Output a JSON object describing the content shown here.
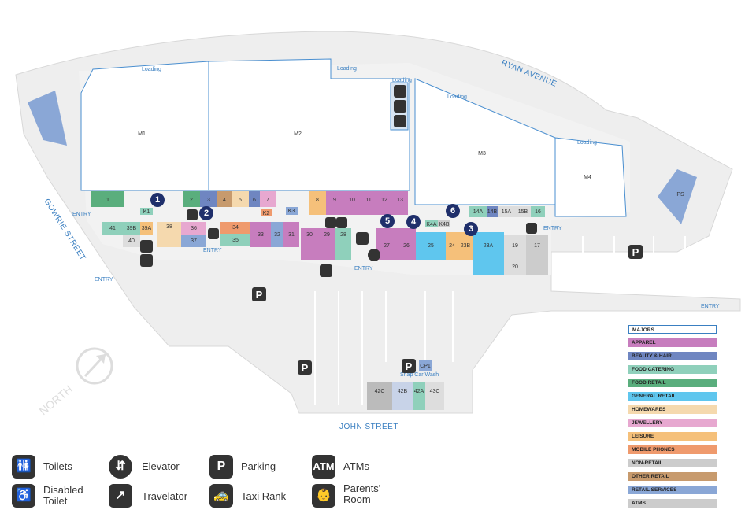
{
  "majors": [
    "M1",
    "M2",
    "M3",
    "M4",
    "PS"
  ],
  "loading_label": "Loading",
  "entry_label": "ENTRY",
  "streets": {
    "ryan": "RYAN AVENUE",
    "gowrie": "GOWRIE STREET",
    "john": "JOHN STREET"
  },
  "north_label": "NORTH",
  "snap_label": "Snap Car Wash",
  "units_top_row": [
    "1",
    "2",
    "3",
    "4",
    "5",
    "6",
    "7",
    "8",
    "9",
    "10",
    "11",
    "12",
    "13"
  ],
  "units_kiosks": [
    "K1",
    "K2",
    "K3",
    "K4A",
    "K4B"
  ],
  "units_lower": [
    "41",
    "39B",
    "39A",
    "40",
    "38",
    "36",
    "37",
    "34",
    "35",
    "33",
    "32",
    "31",
    "30",
    "29",
    "28",
    "27",
    "26",
    "25",
    "24",
    "23B",
    "23A",
    "19",
    "17",
    "20",
    "14A",
    "14B",
    "15A",
    "15B",
    "16"
  ],
  "units_car_park": [
    "CP1",
    "42C",
    "42B",
    "42A",
    "43C"
  ],
  "markers": [
    "1",
    "2",
    "3",
    "4",
    "5",
    "6"
  ],
  "legend": [
    {
      "label": "MAJORS",
      "color": "#ffffff"
    },
    {
      "label": "APPAREL",
      "color": "#c77dbe"
    },
    {
      "label": "BEAUTY & HAIR",
      "color": "#6f86c1"
    },
    {
      "label": "FOOD CATERING",
      "color": "#8fd0bb"
    },
    {
      "label": "FOOD RETAIL",
      "color": "#5aae7d"
    },
    {
      "label": "GENERAL RETAIL",
      "color": "#5fc6ee"
    },
    {
      "label": "HOMEWARES",
      "color": "#f5d9ae"
    },
    {
      "label": "JEWELLERY",
      "color": "#e7a8d0"
    },
    {
      "label": "LEISURE",
      "color": "#f5c07a"
    },
    {
      "label": "MOBILE PHONES",
      "color": "#ef9a6d"
    },
    {
      "label": "NON-RETAIL",
      "color": "#cccccc"
    },
    {
      "label": "OTHER RETAIL",
      "color": "#c79a6d"
    },
    {
      "label": "RETAIL SERVICES",
      "color": "#8aa7d6"
    },
    {
      "label": "ATMS",
      "color": "#cccccc"
    }
  ],
  "bottom_legend": {
    "toilets": "Toilets",
    "disabled_toilet": "Disabled\nToilet",
    "elevator": "Elevator",
    "travelator": "Travelator",
    "parking": "Parking",
    "taxi_rank": "Taxi Rank",
    "atms": "ATMs",
    "parents_room": "Parents'\nRoom"
  }
}
